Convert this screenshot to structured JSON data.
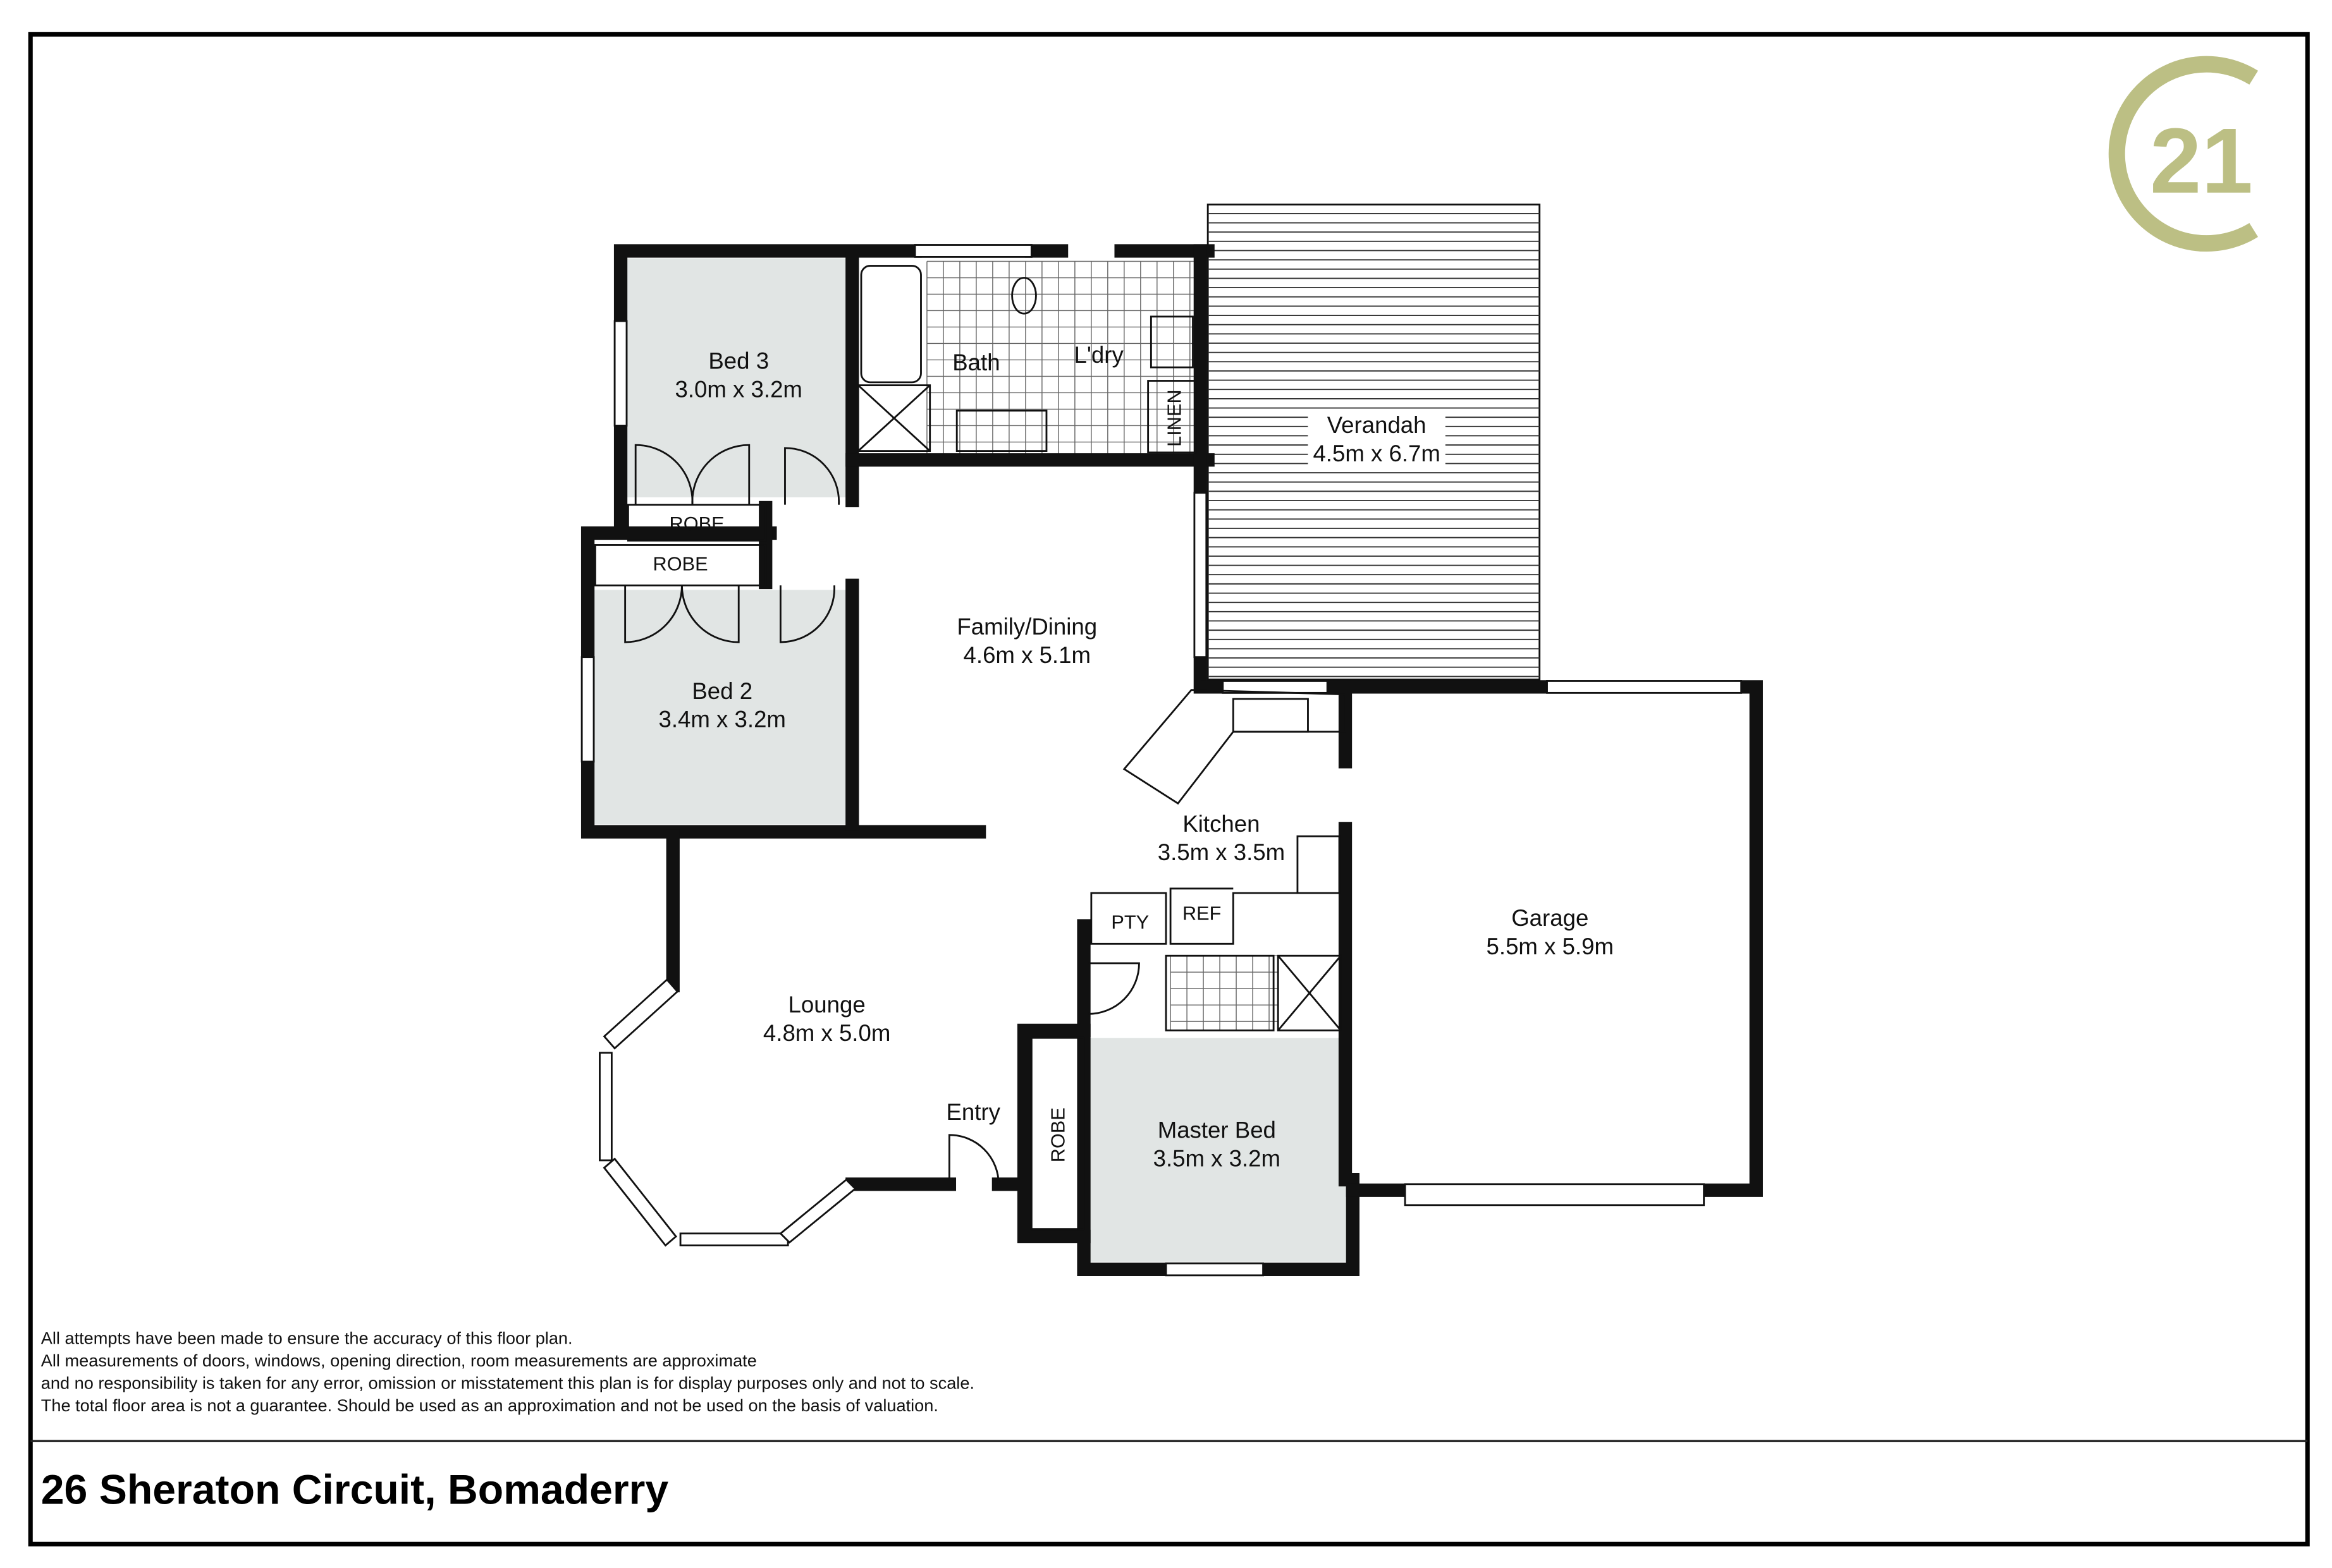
{
  "brand": {
    "logo_text": "21",
    "logo_color": "#bcbf84"
  },
  "rooms": {
    "bed3": {
      "name": "Bed 3",
      "size": "3.0m x 3.2m"
    },
    "bath": {
      "name": "Bath"
    },
    "laundry": {
      "name": "L'dry"
    },
    "linen": {
      "name": "LINEN"
    },
    "verandah": {
      "name": "Verandah",
      "size": "4.5m x 6.7m"
    },
    "robe1": {
      "name": "ROBE"
    },
    "robe2": {
      "name": "ROBE"
    },
    "bed2": {
      "name": "Bed 2",
      "size": "3.4m x 3.2m"
    },
    "family": {
      "name": "Family/Dining",
      "size": "4.6m x 5.1m"
    },
    "kitchen": {
      "name": "Kitchen",
      "size": "3.5m x 3.5m"
    },
    "pantry": {
      "name": "PTY"
    },
    "fridge": {
      "name": "REF"
    },
    "garage": {
      "name": "Garage",
      "size": "5.5m x 5.9m"
    },
    "lounge": {
      "name": "Lounge",
      "size": "4.8m x 5.0m"
    },
    "entry": {
      "name": "Entry"
    },
    "robe_master": {
      "name": "ROBE"
    },
    "master": {
      "name": "Master Bed",
      "size": "3.5m x 3.2m"
    }
  },
  "disclaimer": [
    "All attempts have been made to ensure the accuracy of this floor plan.",
    "All measurements of doors, windows, opening direction, room measurements are approximate",
    "and no responsibility is taken for any error, omission or misstatement this plan is for display purposes only and not to scale.",
    "The total floor area is not a guarantee. Should be used as an approximation and not be used on the basis of valuation."
  ],
  "address": "26 Sheraton Circuit, Bomaderry",
  "colors": {
    "room_fill": "#e1e5e4",
    "wall": "#111111"
  }
}
